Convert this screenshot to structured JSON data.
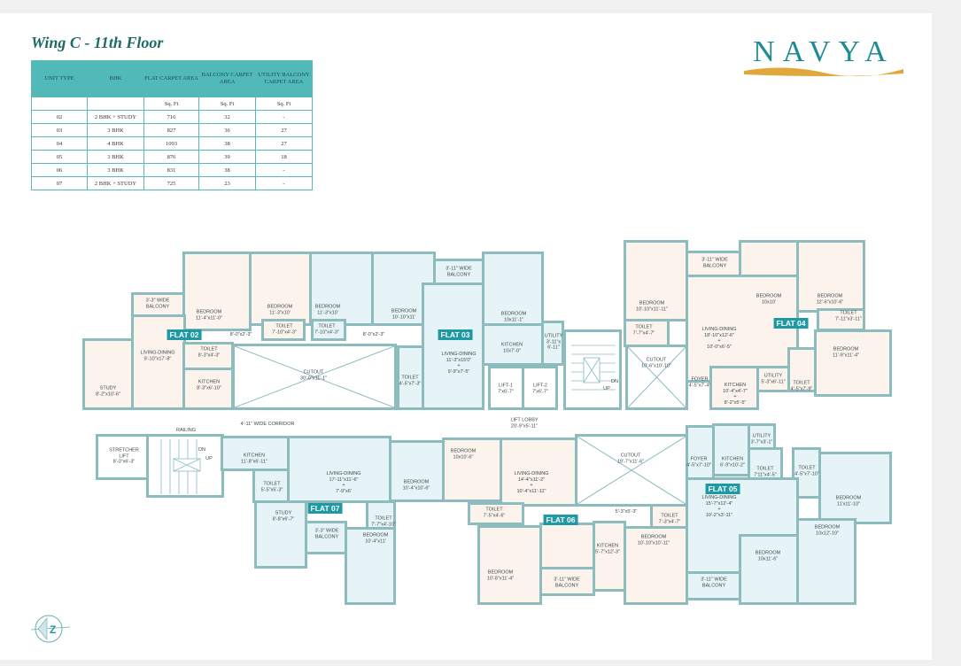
{
  "header": {
    "title": "Wing C - 11th Floor",
    "logo": "NAVYA"
  },
  "table": {
    "headers": [
      "UNIT TYPE",
      "BHK",
      "FLAT CARPET AREA",
      "BALCONY CARPET AREA",
      "UTILITY BALCONY CARPET AREA"
    ],
    "units": [
      "",
      "",
      "Sq. Ft",
      "Sq. Ft",
      "Sq. Ft"
    ],
    "rows": [
      [
        "02",
        "2 BHK + STUDY",
        "716",
        "32",
        "-"
      ],
      [
        "03",
        "3 BHK",
        "827",
        "36",
        "27"
      ],
      [
        "04",
        "4 BHK",
        "1093",
        "38",
        "27"
      ],
      [
        "05",
        "3 BHK",
        "876",
        "39",
        "18"
      ],
      [
        "06",
        "3 BHK",
        "831",
        "38",
        "-"
      ],
      [
        "07",
        "2 BHK + STUDY",
        "725",
        "23",
        "-"
      ]
    ]
  },
  "colors": {
    "accent": "#1f9aa5",
    "wall": "#8cbcbe",
    "fill_peach": "#fcf3ec",
    "fill_blue": "#e7f4f7",
    "header": "#52b9b9"
  },
  "flats": {
    "f02": {
      "tag": "FLAT 02",
      "balcony": {
        "n": "3'-3\" WIDE",
        "d": "BALCONY"
      },
      "bed1": {
        "n": "BEDROOM",
        "d": "11'-4\"x11'-0\""
      },
      "bed2": {
        "n": "BEDROOM",
        "d": "11'-3\"x10'"
      },
      "passage": {
        "n": "",
        "d": "8'-0\"x2'-3\""
      },
      "toilet1": {
        "n": "TOILET",
        "d": "7'-10\"x4'-3\""
      },
      "living": {
        "n": "LIVING-DINING",
        "d": "9'-10\"x17'-8\""
      },
      "toilet2": {
        "n": "TOILET",
        "d": "8'-3\"x4'-3\""
      },
      "kitchen": {
        "n": "KITCHEN",
        "d": "8'-3\"x6'-10\""
      },
      "study": {
        "n": "STUDY",
        "d": "8'-2\"x10'-6\""
      }
    },
    "f03": {
      "tag": "FLAT 03",
      "bed1": {
        "n": "BEDROOM",
        "d": "11'-3\"x10'"
      },
      "toilet1": {
        "n": "TOILET",
        "d": "7'-10\"x4'-3\""
      },
      "bed2": {
        "n": "BEDROOM",
        "d": "10'-10\"x11'"
      },
      "passage": {
        "n": "",
        "d": "8'-0\"x2'-3\""
      },
      "balcony": {
        "n": "3'-11\" WIDE",
        "d": "BALCONY"
      },
      "bed3": {
        "n": "BEDROOM",
        "d": "10x11'-1\""
      },
      "living": {
        "n": "LIVING-DINING",
        "d": "11'-3\"x15'0\"",
        "d2": "+",
        "d3": "9'-9\"x7'-5\""
      },
      "toilet2": {
        "n": "TOILET",
        "d": "4'-5\"x7'-3\""
      },
      "kitchen": {
        "n": "KITCHEN",
        "d": "10x7'-0\""
      },
      "utility": {
        "n": "UTILITY",
        "d": "3'-11\"x",
        "d2": "6'-11\""
      }
    },
    "f04": {
      "tag": "FLAT 04",
      "bed1": {
        "n": "BEDROOM",
        "d": "10'-10\"x11'-11\""
      },
      "balcony": {
        "n": "3'-11\" WIDE",
        "d": "BALCONY"
      },
      "bed2": {
        "n": "BEDROOM",
        "d": "10x10'"
      },
      "bed3": {
        "n": "BEDROOM",
        "d": "12'-6\"x10'-6\""
      },
      "toilet1": {
        "n": "TOILET",
        "d": "7'-7\"x4'-7\""
      },
      "living": {
        "n": "LIVING-DINING",
        "d": "18'-10\"x12'-6\"",
        "d2": "+",
        "d3": "10'-0\"x6'-5\""
      },
      "toilet2": {
        "n": "TOILET",
        "d": "7'-11\"x3'-11\""
      },
      "foyer": {
        "n": "FOYER",
        "d": "4'-5\"x7'-4\""
      },
      "kitchen": {
        "n": "KITCHEN",
        "d": "10'-4\"x4'-7\"",
        "d2": "+",
        "d3": "8'-2\"x5'-5\""
      },
      "utility": {
        "n": "UTILITY",
        "d": "5'-3\"x6'-11\""
      },
      "toilet3": {
        "n": "TOILET",
        "d": "4'-5\"x7'-9\""
      },
      "bed4": {
        "n": "BEDROOM",
        "d": "11'-9\"x11'-4\""
      }
    },
    "f05": {
      "tag": "FLAT 05",
      "utility": {
        "n": "UTILITY",
        "d": "3'-7\"x3'-1\""
      },
      "kitchen": {
        "n": "KITCHEN",
        "d": "6'-9\"x10'-2\""
      },
      "foyer": {
        "n": "FOYER",
        "d": "4'-5\"x7'-10\""
      },
      "toilet1": {
        "n": "TOILET",
        "d": "7'11\"x4'-5\""
      },
      "toilet2": {
        "n": "TOILET",
        "d": "4'-5\"x7'-10\""
      },
      "bed1": {
        "n": "BEDROOM",
        "d": "11'x11'-10\""
      },
      "living": {
        "n": "LIVING-DINING",
        "d": "15'-7\"x12'-4\"",
        "d2": "+",
        "d3": "10'-2\"x3'-11\""
      },
      "bed2": {
        "n": "BEDROOM",
        "d": "10x12'-10\""
      },
      "bed3": {
        "n": "BEDROOM",
        "d": "10x11'-6\""
      },
      "balcony": {
        "n": "3'-11\" WIDE",
        "d": "BALCONY"
      }
    },
    "f06": {
      "tag": "FLAT 06",
      "bed1": {
        "n": "BEDROOM",
        "d": "10x10'-6\""
      },
      "living": {
        "n": "LIVING-DINING",
        "d": "14'-4\"x11'-2\"",
        "d2": "+",
        "d3": "10'-4\"x11'-11\""
      },
      "toilet1": {
        "n": "TOILET",
        "d": "7'-5\"x4'-6\""
      },
      "passage": {
        "n": "",
        "d": "5'-3\"x5'-3\""
      },
      "toilet2": {
        "n": "TOILET",
        "d": "7'-3\"x4'-7\""
      },
      "kitchen": {
        "n": "KITCHEN",
        "d": "5'-7\"x12'-3\""
      },
      "bed2": {
        "n": "BEDROOM",
        "d": "10'-10\"x10'-11\""
      },
      "bed3": {
        "n": "BEDROOM",
        "d": "10'-8\"x11'-4\""
      },
      "balcony": {
        "n": "3'-11\" WIDE",
        "d": "BALCONY"
      }
    },
    "f07": {
      "tag": "FLAT 07",
      "kitchen": {
        "n": "KITCHEN",
        "d": "11'-8\"x6'-11\""
      },
      "living": {
        "n": "LIVING-DINING",
        "d": "17'-11\"x11'-6\"",
        "d2": "+",
        "d3": "7'-9\"x6'"
      },
      "toilet1": {
        "n": "TOILET",
        "d": "5'-5\"x5'-3\""
      },
      "study": {
        "n": "STUDY",
        "d": "8'-8\"x6'-7\""
      },
      "balcony": {
        "n": "3'-3\" WIDE",
        "d": "BALCONY"
      },
      "toilet2": {
        "n": "TOILET",
        "d": "7'-7\"x4'-10\""
      },
      "bed1": {
        "n": "BEDROOM",
        "d": "10'-4\"x11'"
      },
      "bed2": {
        "n": "BEDROOM",
        "d": "10'-4\"x10'-6\""
      }
    }
  },
  "common": {
    "cutout1": {
      "n": "CUTOUT",
      "d": "30'-0\"x11'-1\""
    },
    "cutout2": {
      "n": "CUTOUT",
      "d": "10'-6\"x10'-10\""
    },
    "cutout3": {
      "n": "CUTOUT",
      "d": "19'-7\"x11'-6\""
    },
    "lift1": {
      "n": "LIFT-1",
      "d": "7'x6'-7\""
    },
    "lift2": {
      "n": "LIFT-2",
      "d": "7'x6'-7\""
    },
    "lobby": {
      "n": "LIFT LOBBY",
      "d": "20'-9\"x5'-11\""
    },
    "corridor": "4'-11\" WIDE CORRIDOR",
    "stretcher": {
      "n": "STRETCHER",
      "d": "LIFT",
      "d2": "8'-0\"x6'-3\""
    },
    "railing": "RAILING",
    "dn": "DN",
    "up": "UP"
  }
}
